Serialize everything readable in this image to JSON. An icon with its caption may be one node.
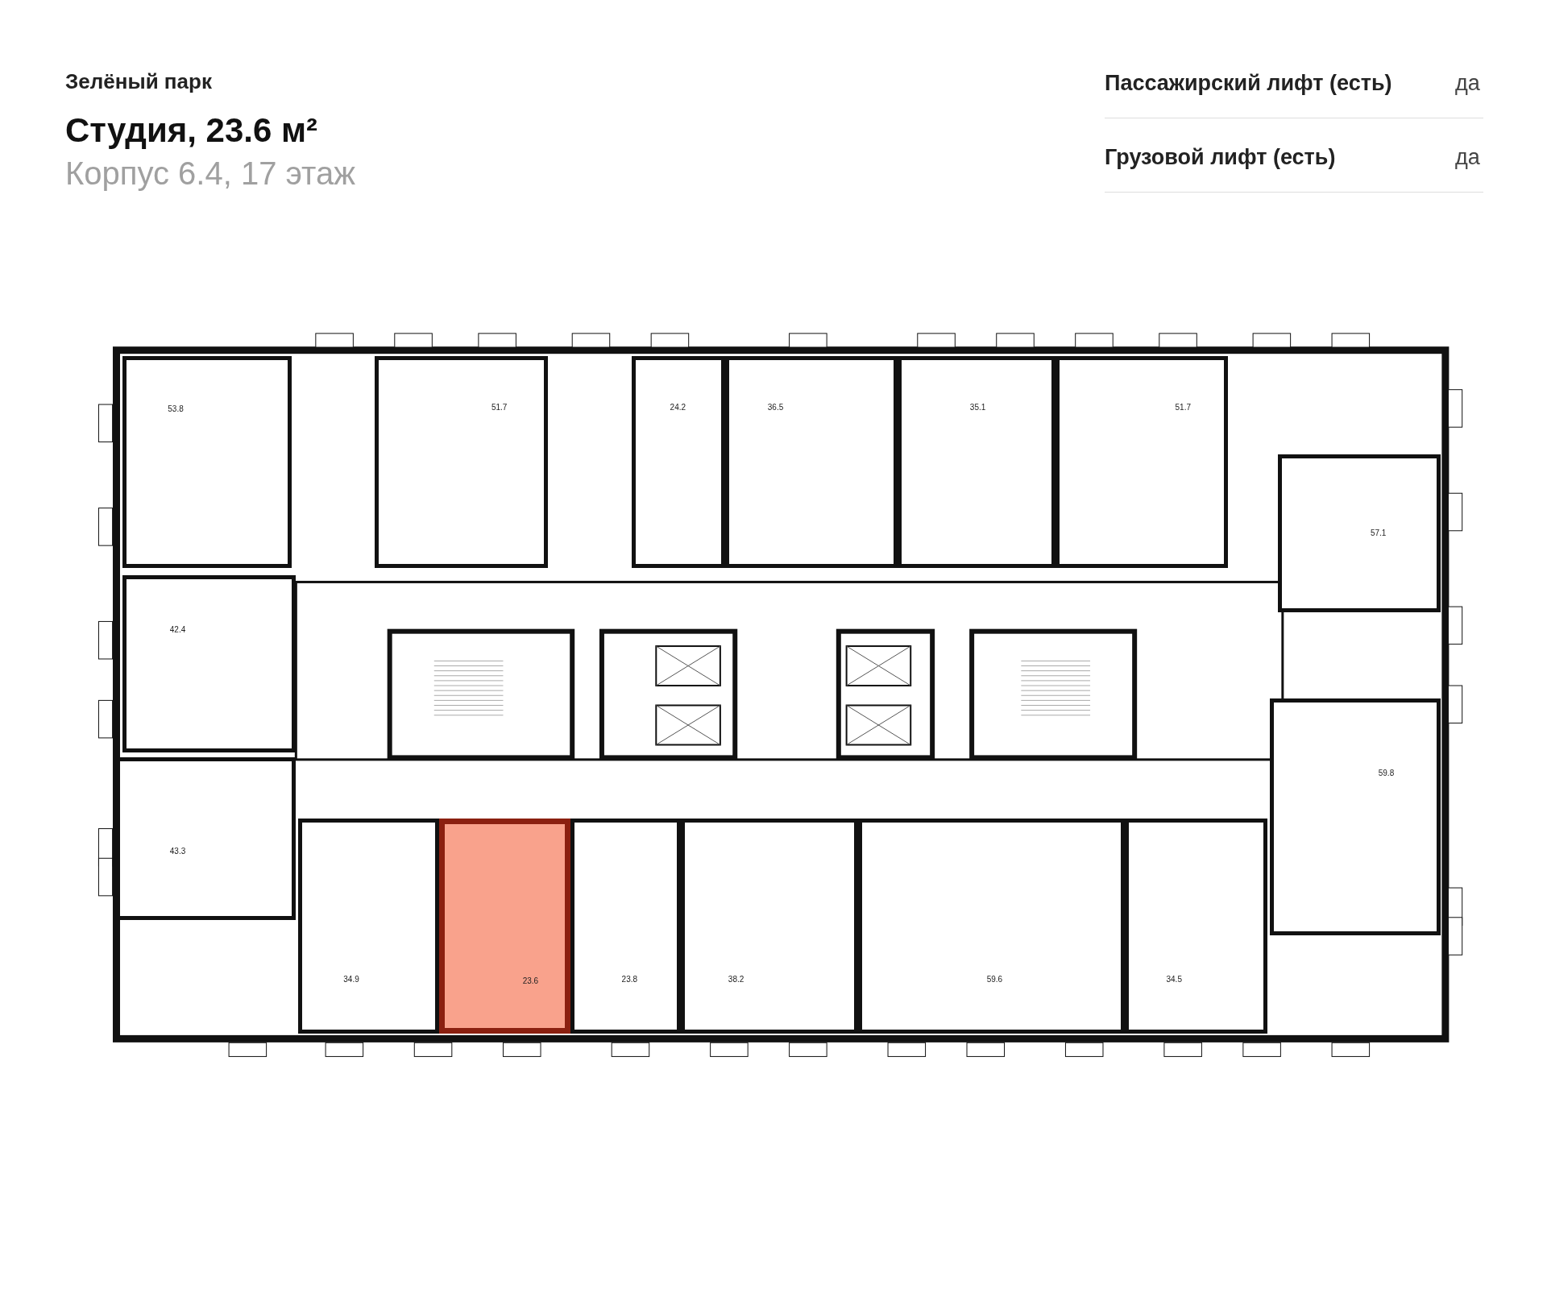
{
  "diagram": {
    "title": "Студия, 23.6 м²",
    "nodes": [
      {
        "text": [
          "53.8"
        ]
      },
      {
        "text": [
          "51.7"
        ]
      },
      {
        "text": [
          "24.2"
        ]
      },
      {
        "text": [
          "36.5"
        ]
      },
      {
        "text": [
          "35.1"
        ]
      },
      {
        "text": [
          "51.7"
        ]
      },
      {
        "text": [
          "57.1"
        ]
      },
      {
        "text": [
          "42.4"
        ]
      },
      {
        "text": [
          "59.8"
        ]
      },
      {
        "text": [
          "43.3"
        ]
      },
      {
        "text": [
          "34.9"
        ]
      },
      {
        "text": [
          "23.6"
        ]
      },
      {
        "text": [
          "23.8"
        ]
      },
      {
        "text": [
          "38.2"
        ]
      },
      {
        "text": [
          "59.6"
        ]
      },
      {
        "text": [
          "34.5"
        ]
      }
    ],
    "labels": [
      "Зелёный парк",
      "Корпус 6.4, 17 этаж",
      "Пассажирский лифт (есть)",
      "да",
      "Грузовой лифт (есть)",
      "да"
    ]
  }
}
